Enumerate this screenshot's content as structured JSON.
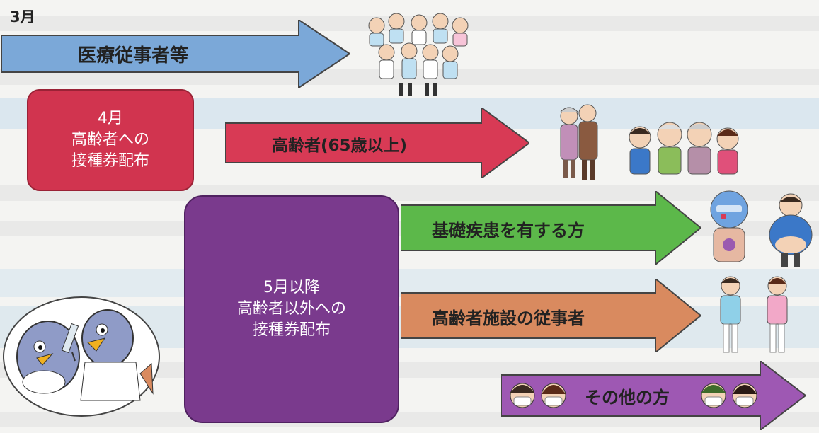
{
  "month_label": "3月",
  "arrows": {
    "medical": {
      "label": "医療従事者等",
      "color": "#7ba8d8"
    },
    "elderly": {
      "label": "高齢者(65歳以上)",
      "color": "#d83a55"
    },
    "underlying": {
      "label": "基礎疾患を有する方",
      "color": "#5cb84a"
    },
    "facility": {
      "label": "高齢者施設の従事者",
      "color": "#d98a5f"
    },
    "others": {
      "label": "その他の方",
      "color": "#9e58b3"
    }
  },
  "boxes": {
    "april": {
      "line1": "4月",
      "line2": "高齢者への",
      "line3": "接種券配布",
      "color": "#d1344f"
    },
    "may": {
      "line1": "5月以降",
      "line2": "高齢者以外への",
      "line3": "接種券配布",
      "color": "#7a3a8d"
    }
  },
  "icons": {
    "medical_staff": "medical-staff-group-icon",
    "elderly_couple": "elderly-couple-icon",
    "elderly_family": "elderly-family-icon",
    "sick_person": "sick-person-icon",
    "overweight_person": "overweight-person-icon",
    "care_workers": "care-workers-icon",
    "masked_people": "masked-people-icon",
    "penguin_mascot": "penguin-vaccination-icon"
  }
}
